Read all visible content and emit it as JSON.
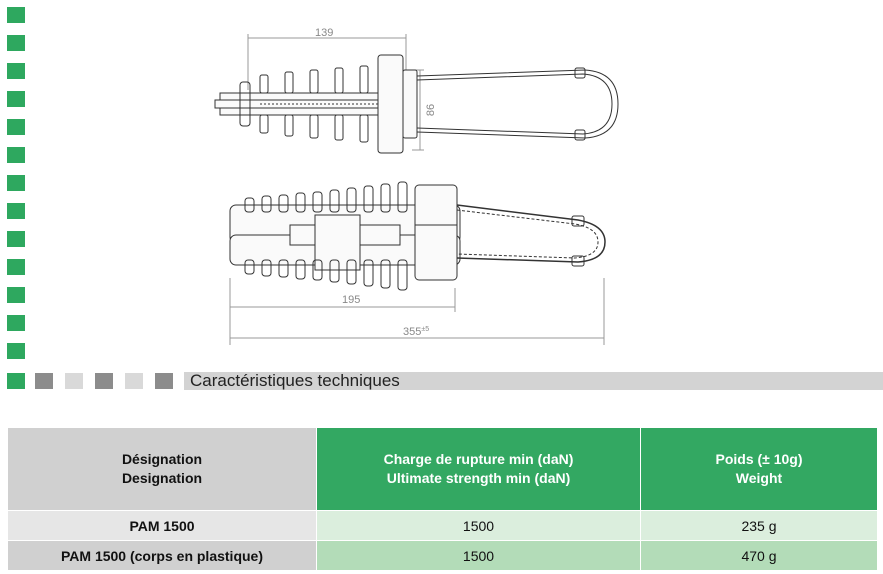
{
  "colors": {
    "green": "#2ea85f",
    "header_green": "#33a862",
    "gray": "#d0d0d0",
    "dark_gray_square": "#8c8c8c"
  },
  "drawing": {
    "dim_top_length": "139",
    "dim_height": "86",
    "dim_inner_length": "195",
    "dim_total_length": "355",
    "dim_total_tolerance": "±5"
  },
  "section": {
    "title": "Caractéristiques techniques"
  },
  "table": {
    "headers": [
      {
        "fr": "Désignation",
        "en": "Designation"
      },
      {
        "fr": "Charge de rupture min (daN)",
        "en": "Ultimate strength min (daN)"
      },
      {
        "fr": "Poids (± 10g)",
        "en": "Weight"
      }
    ],
    "rows": [
      [
        "PAM 1500",
        "1500",
        "235 g"
      ],
      [
        "PAM 1500 (corps en plastique)",
        "1500",
        "470 g"
      ]
    ]
  }
}
